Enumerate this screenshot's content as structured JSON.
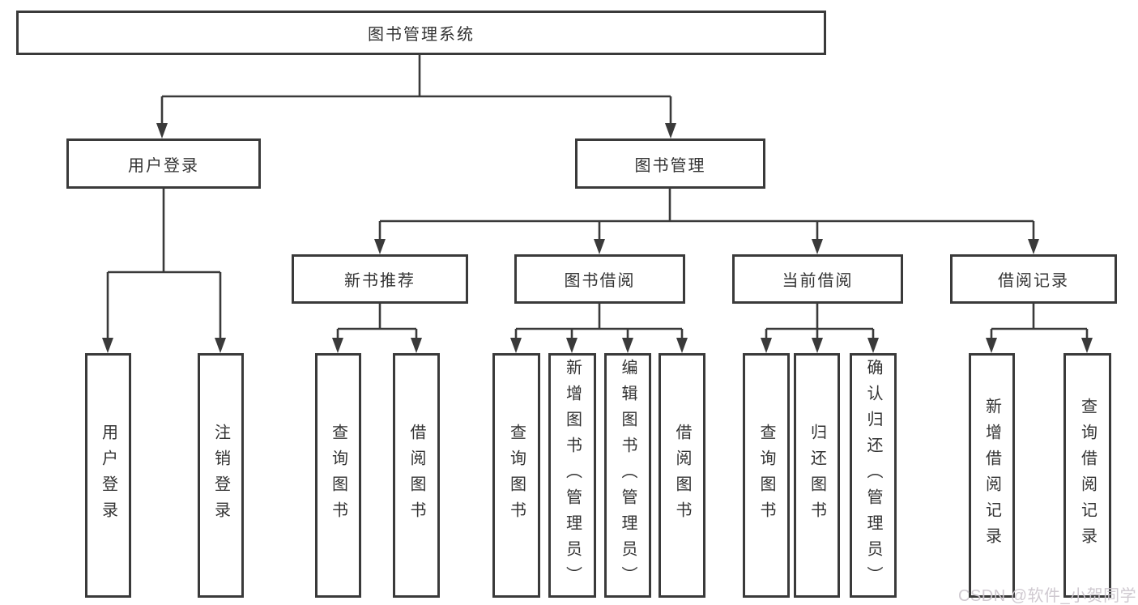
{
  "nodes": {
    "root": "图书管理系统",
    "user_login": "用户登录",
    "book_management": "图书管理",
    "new_book_recommend": "新书推荐",
    "book_borrow": "图书借阅",
    "current_borrow": "当前借阅",
    "borrow_records": "借阅记录",
    "leaves": {
      "user_login_1": "用户登录",
      "user_login_2": "注销登录",
      "recommend_1": "查询图书",
      "recommend_2": "借阅图书",
      "borrow_1": "查询图书",
      "borrow_2": "新增图书（管理员）",
      "borrow_3": "编辑图书（管理员）",
      "borrow_4": "借阅图书",
      "current_1": "查询图书",
      "current_2": "归还图书",
      "current_3": "确认归还（管理员）",
      "records_1": "新增借阅记录",
      "records_2": "查询借阅记录"
    }
  },
  "watermark": "CSDN @软件_小贺同学",
  "colors": {
    "line": "#3a3a3a",
    "box_border": "#3a3a3a",
    "text": "#333333",
    "watermark": "#ccc6ce",
    "background": "#ffffff"
  }
}
